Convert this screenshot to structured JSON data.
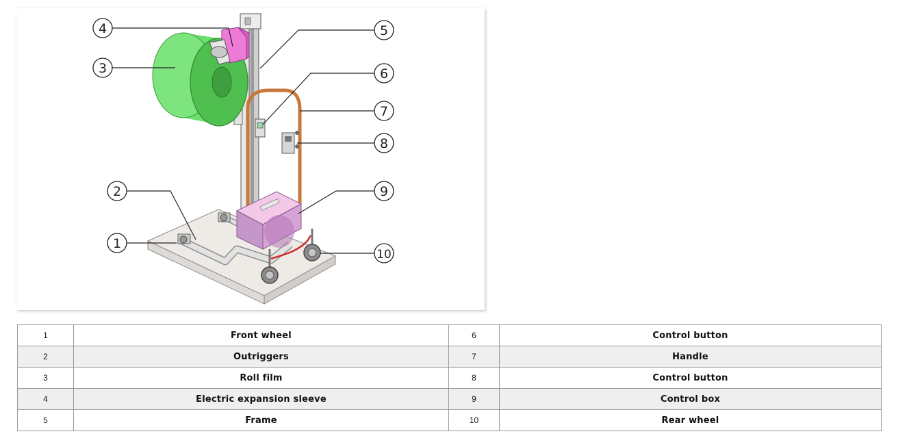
{
  "callouts": [
    "1",
    "2",
    "3",
    "4",
    "5",
    "6",
    "7",
    "8",
    "9",
    "10"
  ],
  "colors": {
    "roll": "#6ce06c",
    "roll_dark": "#3fae3f",
    "sleeve": "#f07ad8",
    "handle": "#c9783c",
    "box": "#d6a3d6",
    "outline": "#333333"
  },
  "parts_table": {
    "rows": [
      {
        "left_no": "1",
        "left_name": "Front wheel",
        "right_no": "6",
        "right_name": "Control button"
      },
      {
        "left_no": "2",
        "left_name": "Outriggers",
        "right_no": "7",
        "right_name": "Handle"
      },
      {
        "left_no": "3",
        "left_name": "Roll film",
        "right_no": "8",
        "right_name": "Control button"
      },
      {
        "left_no": "4",
        "left_name": "Electric expansion sleeve",
        "right_no": "9",
        "right_name": "Control box"
      },
      {
        "left_no": "5",
        "left_name": "Frame",
        "right_no": "10",
        "right_name": "Rear wheel"
      }
    ]
  }
}
